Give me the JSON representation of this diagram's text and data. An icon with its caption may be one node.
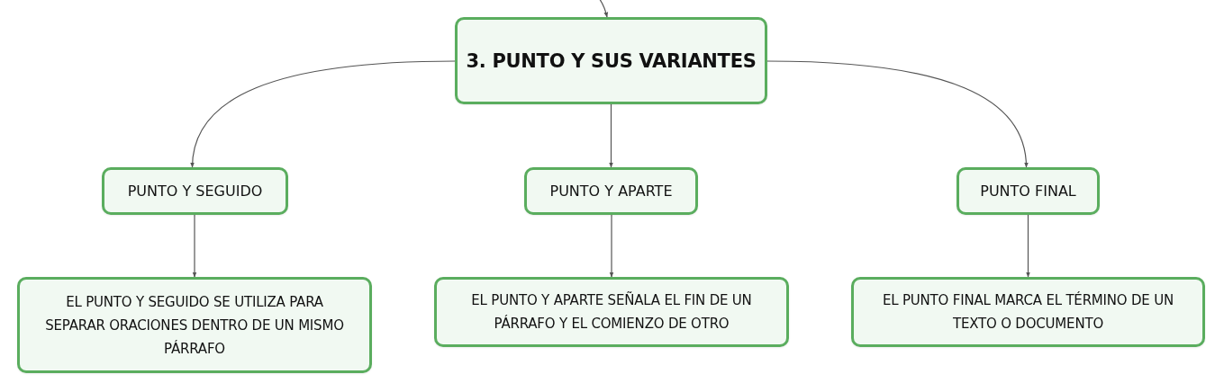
{
  "diagram": {
    "nodes": [
      {
        "text": [
          "3. PUNTO Y SUS VARIANTES"
        ]
      },
      {
        "text": [
          "PUNTO Y SEGUIDO"
        ]
      },
      {
        "text": [
          "PUNTO Y APARTE"
        ]
      },
      {
        "text": [
          "PUNTO FINAL"
        ]
      },
      {
        "text": [
          "EL PUNTO Y SEGUIDO SE UTILIZA PARA SEPARAR ORACIONES DENTRO DE UN MISMO PÁRRAFO"
        ]
      },
      {
        "text": [
          "EL PUNTO Y APARTE SEÑALA EL FIN DE UN PÁRRAFO Y EL COMIENZO DE OTRO"
        ]
      },
      {
        "text": [
          "EL PUNTO FINAL MARCA EL TÉRMINO DE UN TEXTO O DOCUMENTO"
        ]
      }
    ],
    "edges": [
      {
        "from": null,
        "to": 0,
        "arrow": "to"
      },
      {
        "from": 0,
        "to": 1,
        "arrow": "to"
      },
      {
        "from": 0,
        "to": 2,
        "arrow": "to"
      },
      {
        "from": 0,
        "to": 3,
        "arrow": "to"
      },
      {
        "from": 1,
        "to": 4,
        "arrow": "to"
      },
      {
        "from": 2,
        "to": 5,
        "arrow": "to"
      },
      {
        "from": 3,
        "to": 6,
        "arrow": "to"
      }
    ]
  }
}
